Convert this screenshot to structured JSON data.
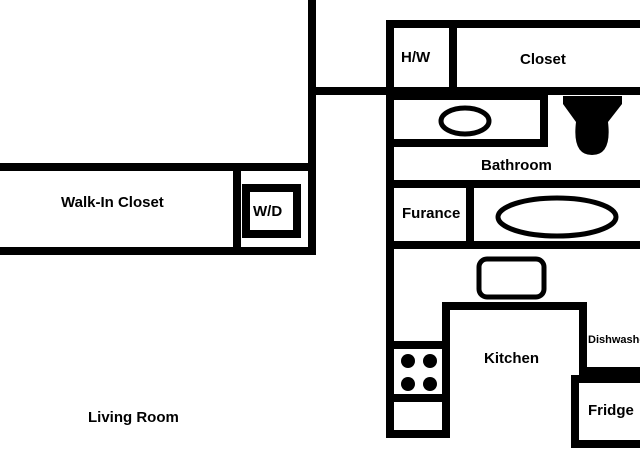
{
  "rooms": {
    "hw": "H/W",
    "closet": "Closet",
    "bathroom": "Bathroom",
    "walk_in_closet": "Walk-In Closet",
    "washer_dryer": "W/D",
    "furnace": "Furance",
    "kitchen": "Kitchen",
    "dishwasher": "Dishwasher",
    "fridge": "Fridge",
    "living_room": "Living Room"
  },
  "colors": {
    "wall": "#000000",
    "background": "#ffffff"
  }
}
